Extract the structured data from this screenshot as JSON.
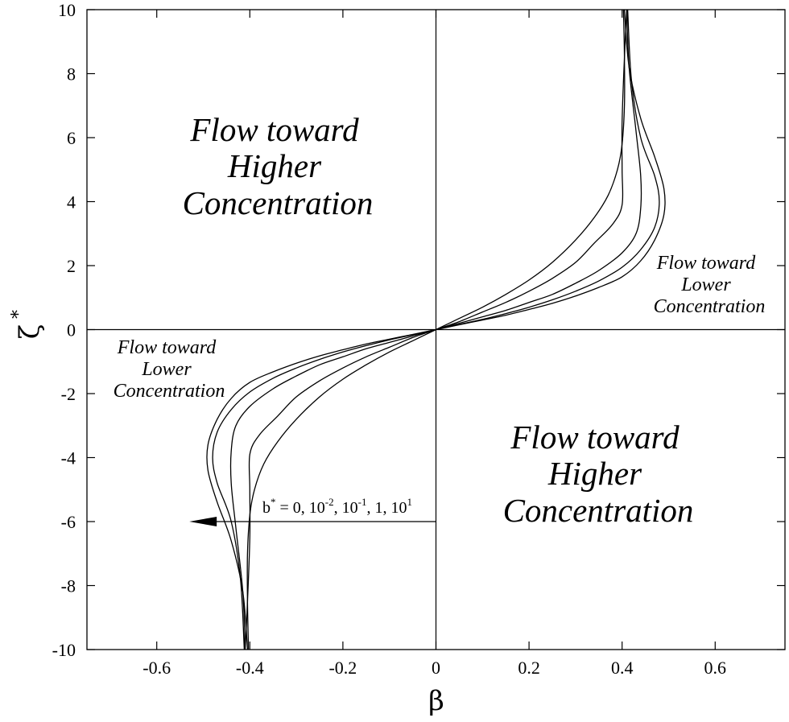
{
  "chart_data": {
    "type": "line",
    "xlabel": "β",
    "ylabel": "ζ",
    "ylabel_sup": "*",
    "xlim": [
      -0.75,
      0.75
    ],
    "ylim": [
      -10,
      10
    ],
    "x_ticks": [
      -0.6,
      -0.4,
      -0.2,
      0,
      0.2,
      0.4,
      0.6
    ],
    "x_tick_labels": [
      "-0.6",
      "-0.4",
      "-0.2",
      "0",
      "0.2",
      "0.4",
      "0.6"
    ],
    "y_ticks": [
      -10,
      -8,
      -6,
      -4,
      -2,
      0,
      2,
      4,
      6,
      8,
      10
    ],
    "y_tick_labels": [
      "-10",
      "-8",
      "-6",
      "-4",
      "-2",
      "0",
      "2",
      "4",
      "6",
      "8",
      "10"
    ],
    "grid": false,
    "reference_lines": {
      "x": 0,
      "y": 0
    },
    "series": [
      {
        "points": [
          [
            0,
            0
          ],
          [
            0.05,
            0.35
          ],
          [
            0.1,
            0.7
          ],
          [
            0.15,
            1.1
          ],
          [
            0.2,
            1.55
          ],
          [
            0.25,
            2.1
          ],
          [
            0.3,
            2.8
          ],
          [
            0.34,
            3.5
          ],
          [
            0.37,
            4.2
          ],
          [
            0.39,
            5.0
          ],
          [
            0.4,
            5.8
          ],
          [
            0.405,
            7.0
          ],
          [
            0.405,
            8.5
          ],
          [
            0.403,
            10
          ]
        ]
      },
      {
        "points": [
          [
            0,
            0
          ],
          [
            0.05,
            0.25
          ],
          [
            0.1,
            0.55
          ],
          [
            0.15,
            0.85
          ],
          [
            0.2,
            1.2
          ],
          [
            0.25,
            1.6
          ],
          [
            0.3,
            2.1
          ],
          [
            0.34,
            2.7
          ],
          [
            0.38,
            3.3
          ],
          [
            0.4,
            3.9
          ],
          [
            0.4,
            5.0
          ],
          [
            0.4,
            6.5
          ],
          [
            0.405,
            8.5
          ],
          [
            0.41,
            10
          ]
        ]
      },
      {
        "points": [
          [
            0,
            0
          ],
          [
            0.05,
            0.2
          ],
          [
            0.1,
            0.4
          ],
          [
            0.15,
            0.6
          ],
          [
            0.2,
            0.85
          ],
          [
            0.25,
            1.1
          ],
          [
            0.3,
            1.45
          ],
          [
            0.35,
            1.85
          ],
          [
            0.4,
            2.4
          ],
          [
            0.43,
            3.0
          ],
          [
            0.44,
            3.8
          ],
          [
            0.44,
            4.8
          ],
          [
            0.43,
            6.2
          ],
          [
            0.415,
            8.2
          ],
          [
            0.41,
            10
          ]
        ]
      },
      {
        "points": [
          [
            0,
            0
          ],
          [
            0.05,
            0.16
          ],
          [
            0.1,
            0.32
          ],
          [
            0.15,
            0.5
          ],
          [
            0.2,
            0.7
          ],
          [
            0.25,
            0.93
          ],
          [
            0.3,
            1.2
          ],
          [
            0.35,
            1.52
          ],
          [
            0.4,
            1.95
          ],
          [
            0.44,
            2.5
          ],
          [
            0.47,
            3.2
          ],
          [
            0.48,
            4.0
          ],
          [
            0.47,
            4.8
          ],
          [
            0.44,
            6.0
          ],
          [
            0.42,
            7.8
          ],
          [
            0.412,
            10
          ]
        ]
      },
      {
        "points": [
          [
            0,
            0
          ],
          [
            0.05,
            0.15
          ],
          [
            0.1,
            0.3
          ],
          [
            0.15,
            0.45
          ],
          [
            0.2,
            0.63
          ],
          [
            0.25,
            0.82
          ],
          [
            0.3,
            1.05
          ],
          [
            0.35,
            1.32
          ],
          [
            0.4,
            1.65
          ],
          [
            0.44,
            2.15
          ],
          [
            0.47,
            2.8
          ],
          [
            0.49,
            3.6
          ],
          [
            0.49,
            4.4
          ],
          [
            0.47,
            5.4
          ],
          [
            0.44,
            6.6
          ],
          [
            0.415,
            8.2
          ],
          [
            0.405,
            10
          ]
        ]
      }
    ],
    "symmetric_about_origin": true,
    "annotations": {
      "upper_left": [
        "Flow toward",
        "Higher",
        "Concentration"
      ],
      "lower_right": [
        "Flow toward",
        "Higher",
        "Concentration"
      ],
      "right_small": [
        "Flow toward",
        "Lower",
        "Concentration"
      ],
      "left_small": [
        "Flow toward",
        "Lower",
        "Concentration"
      ],
      "arrow_label": {
        "prefix": "b",
        "prefix_sup": "*",
        "mid1": " = 0, 10",
        "sup1": "-2",
        "mid2": ", 10",
        "sup2": "-1",
        "mid3": ", 1, 10",
        "sup3": "1"
      },
      "arrow": {
        "from": [
          0,
          -6
        ],
        "to": [
          -0.53,
          -6
        ]
      }
    }
  }
}
